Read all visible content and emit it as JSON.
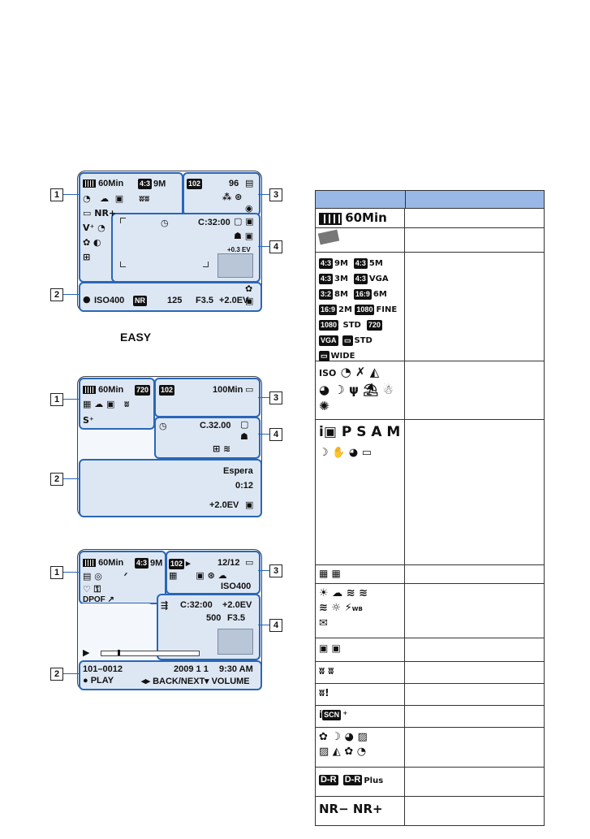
{
  "easy_label": "EASY",
  "screen1": {
    "battery_time": "60Min",
    "image_size": "9M",
    "image_size_badge": "4:3",
    "folder": "102",
    "remaining": "96",
    "timer_code": "C:32:00",
    "iso": "ISO400",
    "nr": "NR",
    "shutter": "125",
    "aperture": "F3.5",
    "ev": "+2.0EV",
    "ev_small": "+0.3 EV",
    "nr_plus": "NR+"
  },
  "screen2": {
    "battery_time": "60Min",
    "movie_badge": "720",
    "folder": "102",
    "rec_time": "100Min",
    "timer_code": "C.32.00",
    "standby": "Espera",
    "elapsed": "0:12",
    "ev": "+2.0EV"
  },
  "screen3": {
    "battery_time": "60Min",
    "image_size": "9M",
    "image_size_badge": "4:3",
    "folder": "102",
    "counter": "12/12",
    "iso": "ISO400",
    "timer_code": "C:32:00",
    "ev": "+2.0EV",
    "shutter": "500",
    "aperture": "F3.5",
    "file_no": "101–0012",
    "date": "2009  1  1",
    "time": "9:30 AM",
    "play": "● PLAY",
    "back_next": "◂▸ BACK/NEXT",
    "volume": "▾ VOLUME",
    "dpof": "DPOF"
  },
  "callouts": [
    "1",
    "2",
    "3",
    "4"
  ],
  "table": {
    "rows": [
      {
        "l1": "60Min"
      },
      {
        "l1": ""
      },
      {
        "sizes": [
          "9M",
          "5M",
          "3M",
          "VGA",
          "8M",
          "6M",
          "2M",
          "FINE",
          "STD",
          "720",
          "STD",
          "WIDE"
        ]
      },
      {
        "l1": "ISO"
      },
      {
        "modes": "P S A M"
      },
      {
        "l1": ""
      },
      {
        "l1": "WB"
      },
      {
        "l1": ""
      },
      {
        "l1": ""
      },
      {
        "l1": ""
      },
      {
        "l1": "SCN"
      },
      {
        "l1": ""
      },
      {
        "dr": "D-R",
        "dr_plus": "Plus"
      },
      {
        "nr": "NR−  NR+"
      }
    ]
  },
  "colors": {
    "accent": "#2a66b8",
    "lcd": "#dde7f3",
    "header": "#9ab8e6"
  }
}
